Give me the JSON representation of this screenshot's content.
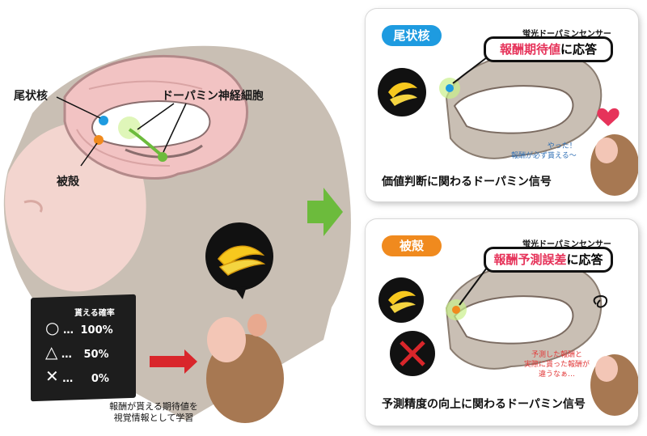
{
  "left": {
    "label_caudate": "尾状核",
    "label_dopamine_neuron": "ドーパミン神経細胞",
    "label_putamen": "被殻",
    "board_title": "貰える確率",
    "board_rows": [
      {
        "symbol": "○",
        "dots": "…",
        "value": "100%"
      },
      {
        "symbol": "△",
        "dots": "…",
        "value": "50%"
      },
      {
        "symbol": "✕",
        "dots": "…",
        "value": "0%"
      }
    ],
    "learning_text_1": "報酬が貰える期待値を",
    "learning_text_2": "視覚情報として学習"
  },
  "panel_top": {
    "region": "尾状核",
    "sensor_tag": "蛍光ドーパミンセンサー",
    "callout_pre": "",
    "callout_highlight": "報酬期待値",
    "callout_post": "に応答",
    "monkey_text_1": "やった！",
    "monkey_text_2": "報酬が必ず貰える〜",
    "caption": "価値判断に関わるドーパミン信号"
  },
  "panel_bottom": {
    "region": "被殻",
    "sensor_tag": "蛍光ドーパミンセンサー",
    "callout_highlight": "報酬予測誤差",
    "callout_post": "に応答",
    "monkey_text_1": "予測した報酬と",
    "monkey_text_2": "実際に貰った報酬が",
    "monkey_text_3": "違うなぁ…",
    "caption": "予測精度の向上に関わるドーパミン信号"
  },
  "colors": {
    "caudate_blue": "#1e9be0",
    "putamen_orange": "#f08a1e",
    "green_arrow": "#6cbb3c",
    "red_arrow": "#d9262b",
    "highlight_pink": "#e6335a",
    "brain_pink": "#f2c3c3",
    "fur_gray": "#c9bfb4"
  }
}
